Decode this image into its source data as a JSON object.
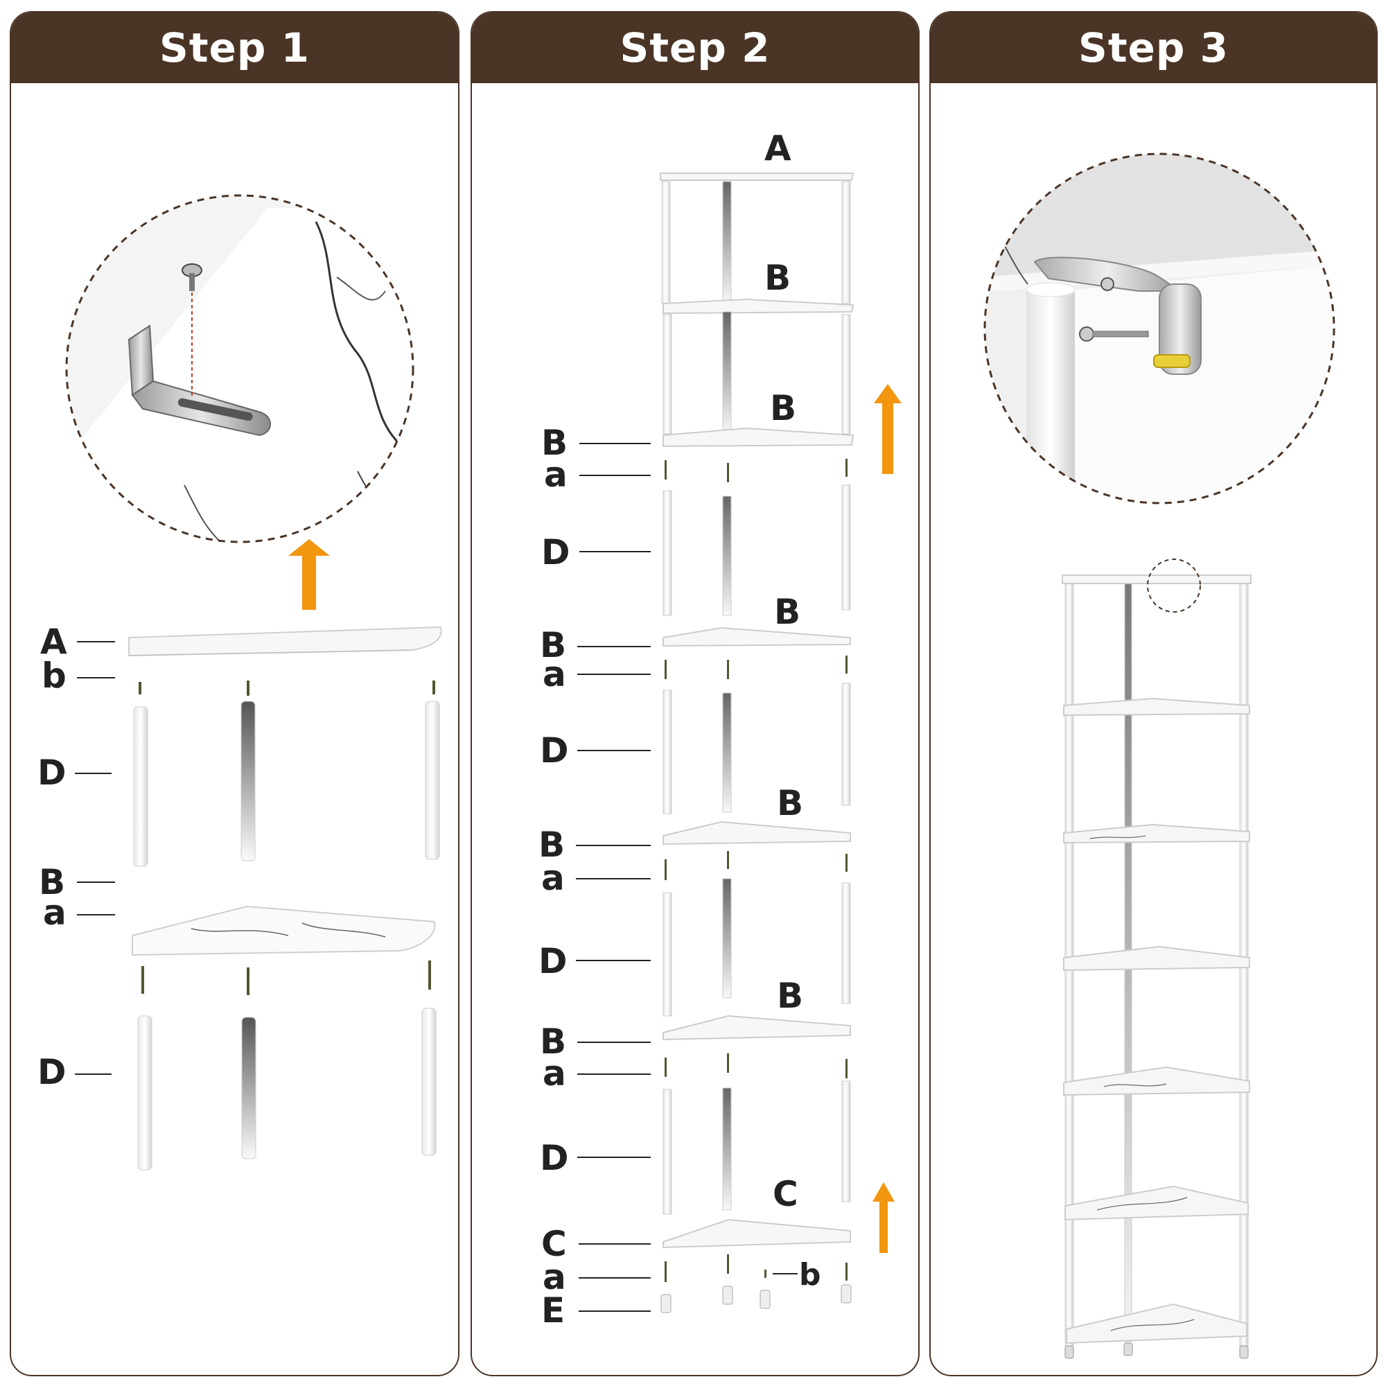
{
  "steps": [
    {
      "title": "Step 1"
    },
    {
      "title": "Step 2"
    },
    {
      "title": "Step 3"
    }
  ],
  "step1_labels": {
    "A": "A",
    "b": "b",
    "D1": "D",
    "B": "B",
    "a": "a",
    "D2": "D"
  },
  "step2_labels": {
    "top_A": "A",
    "top_B1": "B",
    "top_B2": "B",
    "s1_B": "B",
    "s1_a": "a",
    "s1_D": "D",
    "s2_tag": "B",
    "s2_B": "B",
    "s2_a": "a",
    "s2_D": "D",
    "s3_tag": "B",
    "s3_B": "B",
    "s3_a": "a",
    "s3_D": "D",
    "s4_tag": "B",
    "s4_B": "B",
    "s4_a": "a",
    "s4_D": "D",
    "s5_tag": "C",
    "s5_C": "C",
    "s5_a": "a",
    "s5_b": "b",
    "s5_E": "E"
  },
  "colors": {
    "header": "#4a3426",
    "arrow": "#f2950f",
    "dash": "#4a3426"
  },
  "icons": [
    "up-arrow-icon",
    "screw-icon",
    "bracket-icon",
    "anchor-icon"
  ]
}
